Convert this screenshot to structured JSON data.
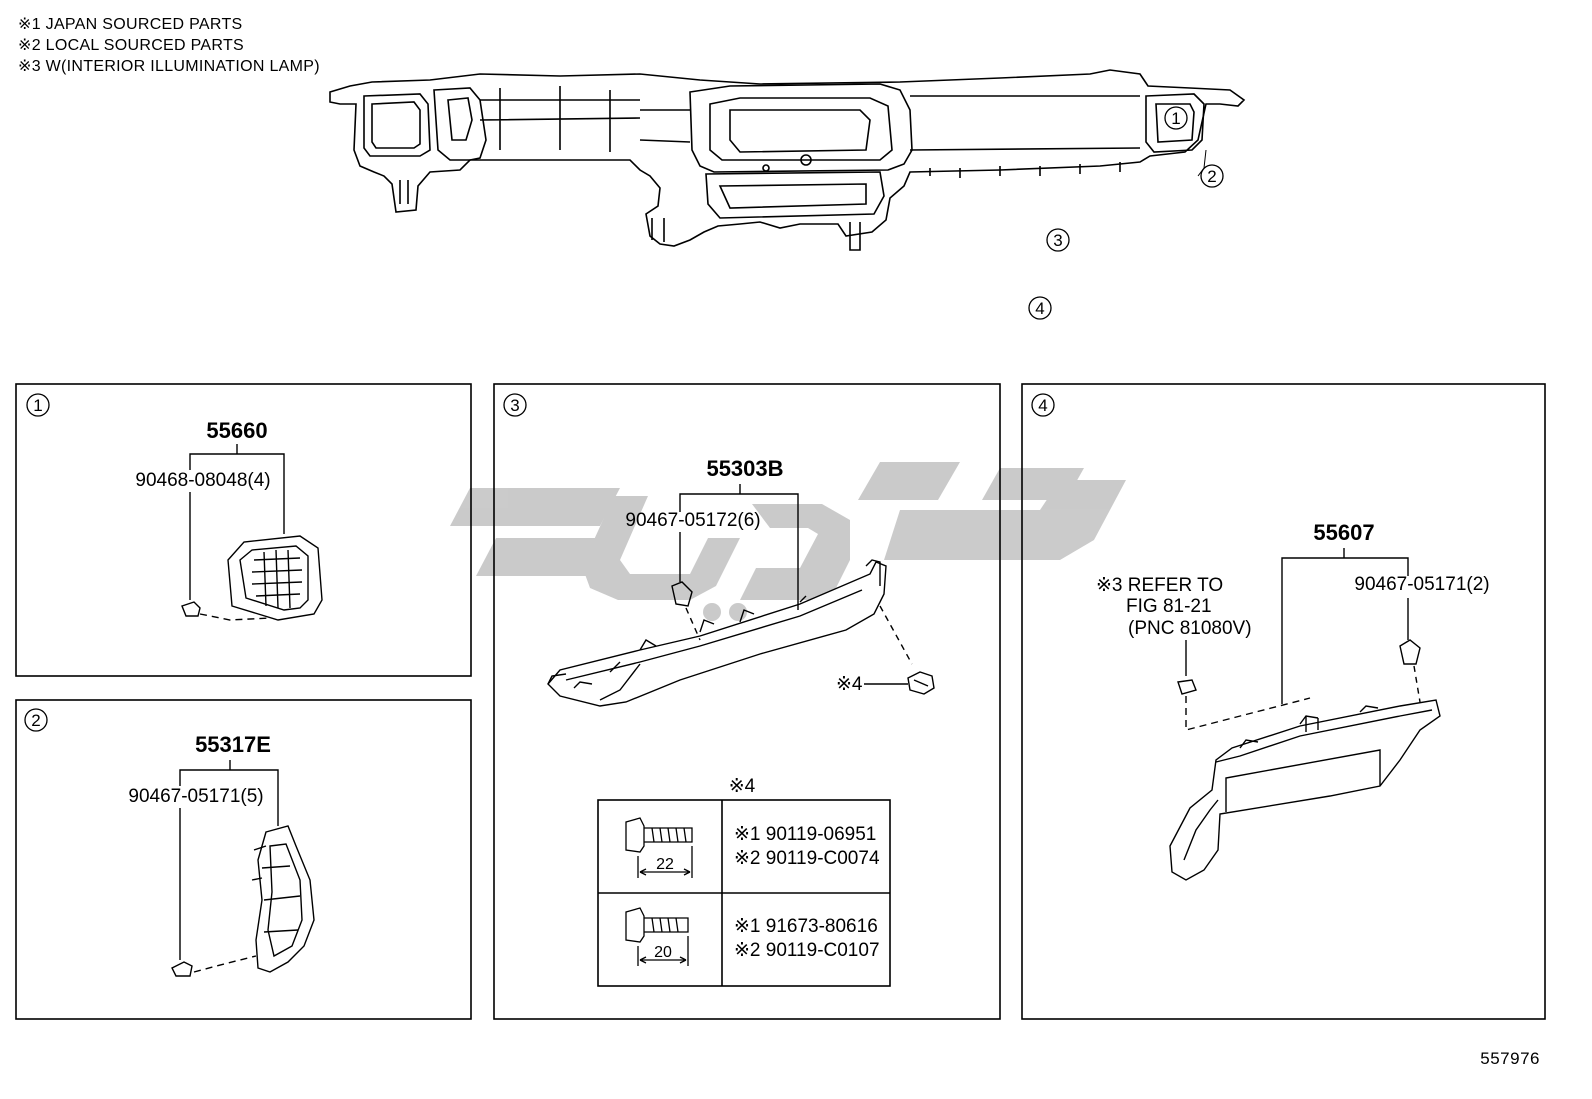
{
  "notes": [
    "※1 JAPAN SOURCED PARTS",
    "※2 LOCAL SOURCED PARTS",
    "※3 W(INTERIOR ILLUMINATION LAMP)"
  ],
  "callouts": {
    "c1": "1",
    "c2": "2",
    "c3": "3",
    "c4": "4"
  },
  "panel1": {
    "index": "1",
    "part": "55660",
    "clip": "90468-08048(4)"
  },
  "panel2": {
    "index": "2",
    "part": "55317E",
    "clip": "90467-05171(5)"
  },
  "panel3": {
    "index": "3",
    "part": "55303B",
    "clip": "90467-05172(6)",
    "screw_ref": "※4",
    "table_title": "※4",
    "rows": [
      {
        "length": "22",
        "p1": "※1 90119-06951",
        "p2": "※2 90119-C0074"
      },
      {
        "length": "20",
        "p1": "※1 91673-80616",
        "p2": "※2 90119-C0107"
      }
    ]
  },
  "panel4": {
    "index": "4",
    "part": "55607",
    "clip": "90467-05171(2)",
    "ref_line1": "※3 REFER TO",
    "ref_line2": "FIG 81-21",
    "ref_line3": "(PNC 81080V)"
  },
  "diagram_id": "557976"
}
